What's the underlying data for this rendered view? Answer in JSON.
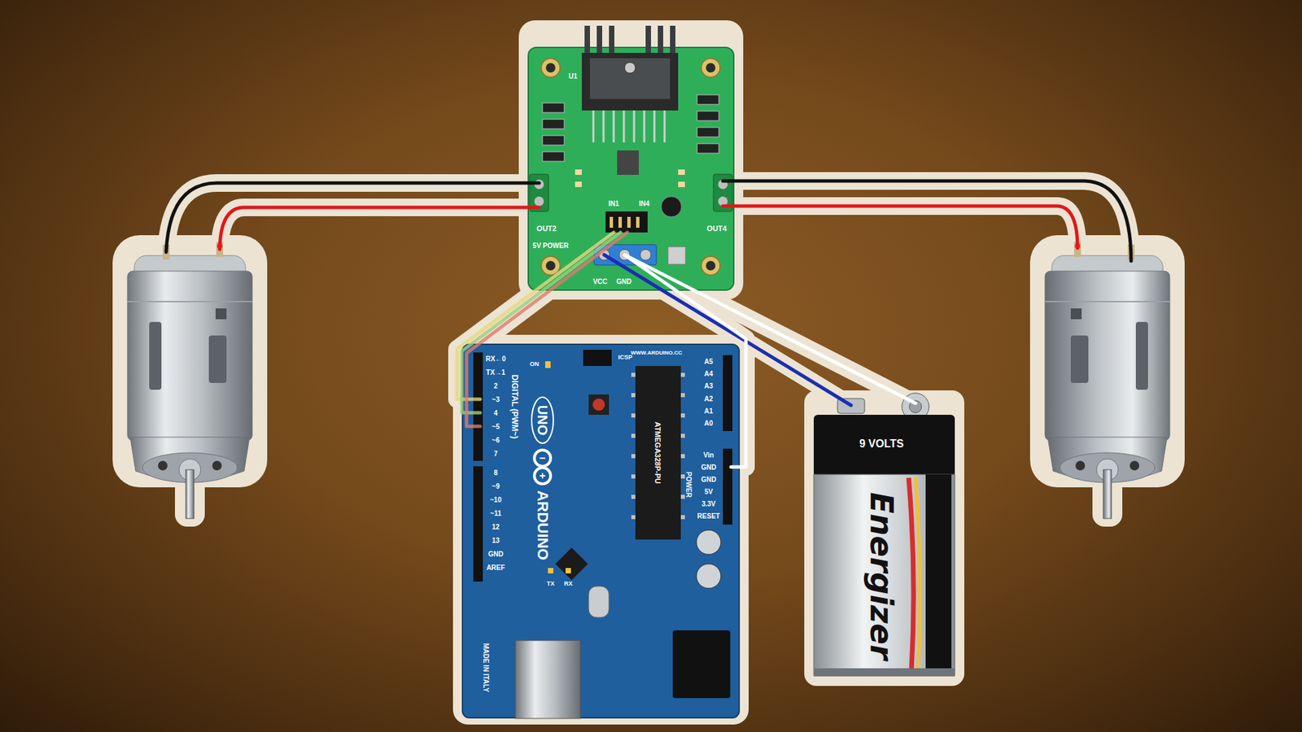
{
  "diagram": {
    "labels": [
      "U1",
      "OUT2",
      "OUT4",
      "5V POWER",
      "IN1",
      "IN4",
      "VCC",
      "GND",
      "RX←0",
      "TX→1",
      "2",
      "~3",
      "4",
      "~5",
      "~6",
      "7",
      "8",
      "~9",
      "~10",
      "~11",
      "12",
      "13",
      "GND",
      "AREF",
      "DIGITAL (PWM~)",
      "UNO",
      "ARDUINO",
      "ON",
      "ICSP",
      "WWW.ARDUINO.CC",
      "ATMEGA328P-PU",
      "A5",
      "A4",
      "A3",
      "A2",
      "A1",
      "A0",
      "POWER",
      "Vin",
      "GND",
      "GND",
      "5V",
      "3.3V",
      "RESET",
      "TX",
      "RX",
      "MADE IN ITALY",
      "9 VOLTS",
      "Energizer"
    ]
  }
}
